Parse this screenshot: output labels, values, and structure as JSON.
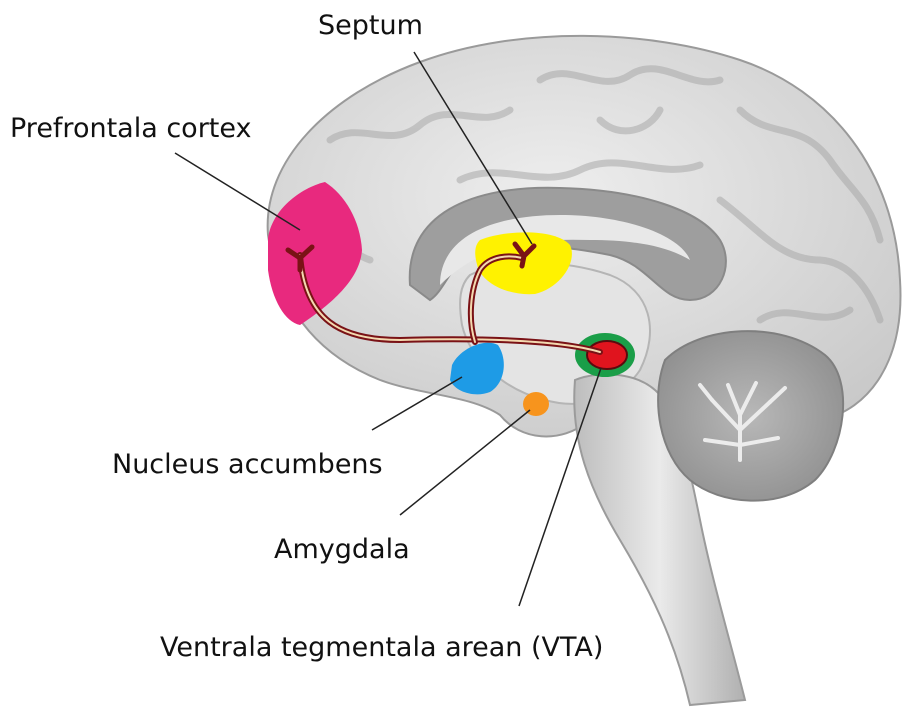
{
  "diagram": {
    "labels": {
      "septum": "Septum",
      "prefrontal_cortex": "Prefrontala cortex",
      "nucleus_accumbens": "Nucleus accumbens",
      "amygdala": "Amygdala",
      "vta": "Ventrala tegmentala arean (VTA)"
    },
    "colors": {
      "prefrontal_cortex": "#e8297e",
      "septum": "#fff200",
      "nucleus_accumbens": "#1e9be6",
      "amygdala": "#f7941d",
      "vta_core": "#e0141e",
      "vta_ring": "#1a9e48",
      "pathway": "#7a1216",
      "brain_surface": "#dcdcdc",
      "brain_shadow": "#a8a8a8"
    }
  }
}
